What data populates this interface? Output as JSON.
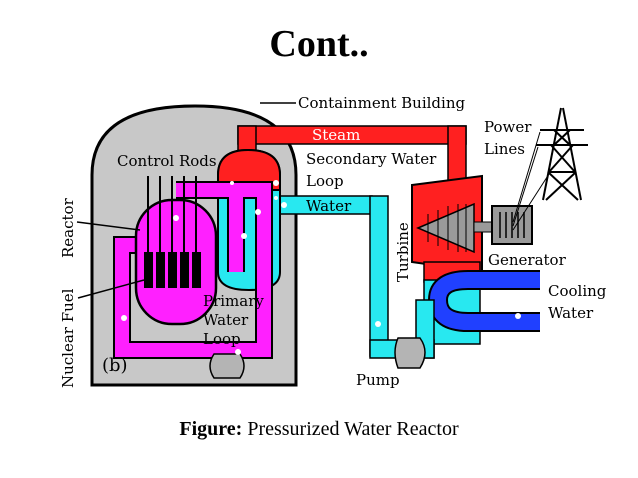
{
  "slide": {
    "title": "Cont..",
    "caption_prefix": "Figure:",
    "caption_text": "Pressurized Water Reactor"
  },
  "diagram": {
    "labels": {
      "containment_building": "Containment Building",
      "steam": "Steam",
      "power_lines_1": "Power",
      "power_lines_2": "Lines",
      "control_rods": "Control Rods",
      "secondary_water_1": "Secondary Water",
      "secondary_water_2": "Loop",
      "water": "Water",
      "reactor": "Reactor",
      "turbine": "Turbine",
      "generator": "Generator",
      "cooling_water_1": "Cooling",
      "cooling_water_2": "Water",
      "nuclear_fuel": "Nuclear Fuel",
      "primary_water_1": "Primary",
      "primary_water_2": "Water",
      "primary_water_3": "Loop",
      "panel_tag": "(b)",
      "pump": "Pump"
    },
    "colors": {
      "building": "#c8c8c8",
      "steam": "#ff2020",
      "secondary_water": "#28e8f0",
      "primary_water": "#ff20ff",
      "cooling_water": "#2040ff",
      "pump": "#b4b4b4"
    }
  }
}
